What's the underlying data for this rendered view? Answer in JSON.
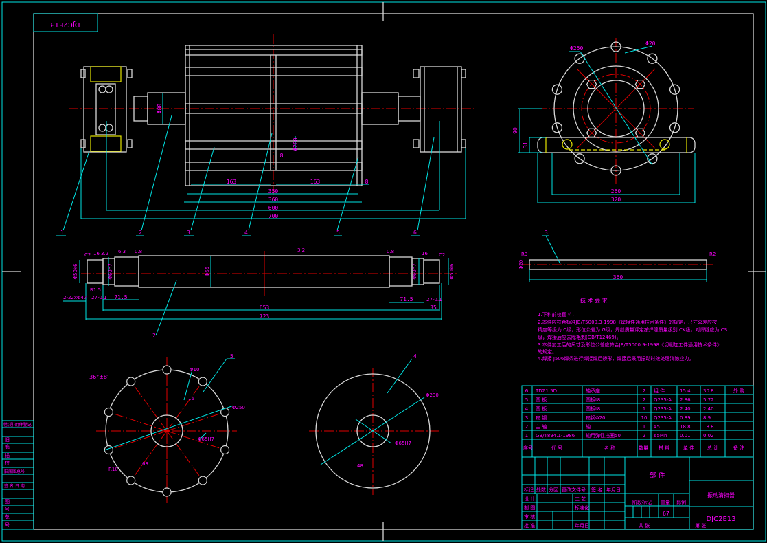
{
  "drawing_code_mirrored": "DJC2E13",
  "assembly_view": {
    "dims": {
      "d163a": "163",
      "d163b": "163",
      "d8a": "8",
      "d8b": "8",
      "d350": "350",
      "d360": "360",
      "d600": "600",
      "d700": "700",
      "d180": "Φ80",
      "d200": "Φ200"
    },
    "balloons": [
      "1",
      "2",
      "3",
      "4",
      "5",
      "6"
    ]
  },
  "side_view": {
    "dims": {
      "d250": "Φ250",
      "d20": "Φ20",
      "h90": "90",
      "h31": "31",
      "w260": "260",
      "w320": "320"
    }
  },
  "shaft_view": {
    "balloon": "2",
    "dims": {
      "c2a": "C2",
      "c2b": "C2",
      "r16l": "16",
      "r16r": "16",
      "r32l": "3.2",
      "r32r": "3.2",
      "r08l": "0.8",
      "r08r": "0.8",
      "r6": "6.3",
      "d65": "Φ65",
      "d50l": "Φ50k6",
      "d50r": "Φ50k6",
      "d60l": "Φ60h7",
      "d60r": "Φ60h7",
      "r15": "R1.5",
      "key": "2-22xΦ47",
      "k27l": "27-0.1",
      "k27r": "27-0.1",
      "l715l": "71.5",
      "l715r": "71.5",
      "l653": "653",
      "l35": "35",
      "l723": "723"
    }
  },
  "part3": {
    "balloon": "3",
    "dims": {
      "l": "R3",
      "r": "R2",
      "len": "360",
      "h": "Φ20"
    }
  },
  "part5": {
    "balloon": "5",
    "dims": {
      "a": "36°±8'",
      "b": "Φ10",
      "c": "16",
      "d": "Φ250",
      "e": "Φ65H7",
      "f": "R10",
      "g": "63"
    }
  },
  "part4": {
    "balloon": "4",
    "dims": {
      "a": "Φ230",
      "b": "Φ65H7",
      "c": "48"
    }
  },
  "tech_req": {
    "title": "技 术 要 求",
    "lines": [
      "1.下料前校直 √ .",
      "2.本件应符合标准JB/T5000.3-1998《焊接件通用技术条件》的规定，尺寸公差应按",
      "  精度等级为 C级，形位公差为 G级，焊缝质量评定按焊缝质量级别 CK级，对焊缝应为 CS",
      "  级，焊接后应去除毛刺(GB/T12469)。",
      "3.本件加工后的尺寸及形位公差应符合JB/T5000.9-1998《切削加工件通用技术条件》",
      "  的规定。",
      "4.焊接 J506焊条进行焊接焊后矫形，焊接后采用振动时效处理消除应力。"
    ]
  },
  "parts_list": {
    "rows": [
      {
        "no": "6",
        "code": "TDZ1.5D",
        "name": "轴承座",
        "qty": "2",
        "material": "组 件",
        "unit": "15.4",
        "total": "30.8",
        "note": "外 购"
      },
      {
        "no": "5",
        "code": "圆 板",
        "name": "圆板t8",
        "qty": "2",
        "material": "Q235-A",
        "unit": "2.86",
        "total": "5.72",
        "note": ""
      },
      {
        "no": "4",
        "code": "圆 板",
        "name": "圆板t8",
        "qty": "1",
        "material": "Q235-A",
        "unit": "2.40",
        "total": "2.40",
        "note": ""
      },
      {
        "no": "3",
        "code": "扁 钢",
        "name": "扁钢Φ20",
        "qty": "10",
        "material": "Q235-A",
        "unit": "0.89",
        "total": "8.9",
        "note": ""
      },
      {
        "no": "2",
        "code": "主 轴",
        "name": "轴",
        "qty": "1",
        "material": "45",
        "unit": "18.8",
        "total": "18.8",
        "note": ""
      },
      {
        "no": "1",
        "code": "GB/T894.1-1986",
        "name": "轴用弹性挡圈50",
        "qty": "2",
        "material": "65Mn",
        "unit": "0.01",
        "total": "0.02",
        "note": ""
      }
    ],
    "header": {
      "no": "序号",
      "code": "代 号",
      "name": "名 称",
      "qty": "数量",
      "material": "材 料",
      "unit": "单 件",
      "total": "总 计",
      "note": "备 注"
    }
  },
  "title_block": {
    "mark": "标记",
    "count": "处数",
    "zone": "分区",
    "doc": "更改文件号",
    "sign": "签 名",
    "date": "年月日",
    "design": "设 计",
    "std": "标准化",
    "check": "审 核",
    "process": "工 艺",
    "approve": "批 准",
    "drafter": "制 图",
    "name_center": "部 件",
    "stage": "阶段标记",
    "weight": "重量",
    "scale": "比例",
    "weight_val": "67",
    "sheets": "共 张",
    "sheet": "第 张",
    "product": "振动清扫器",
    "code": "DJC2E13"
  },
  "left_strip": [
    "借(通)用件登记",
    "旧",
    "底",
    "描",
    "校",
    "旧底图总号",
    "签 名 日 期",
    "图",
    "号",
    "总",
    "号"
  ]
}
